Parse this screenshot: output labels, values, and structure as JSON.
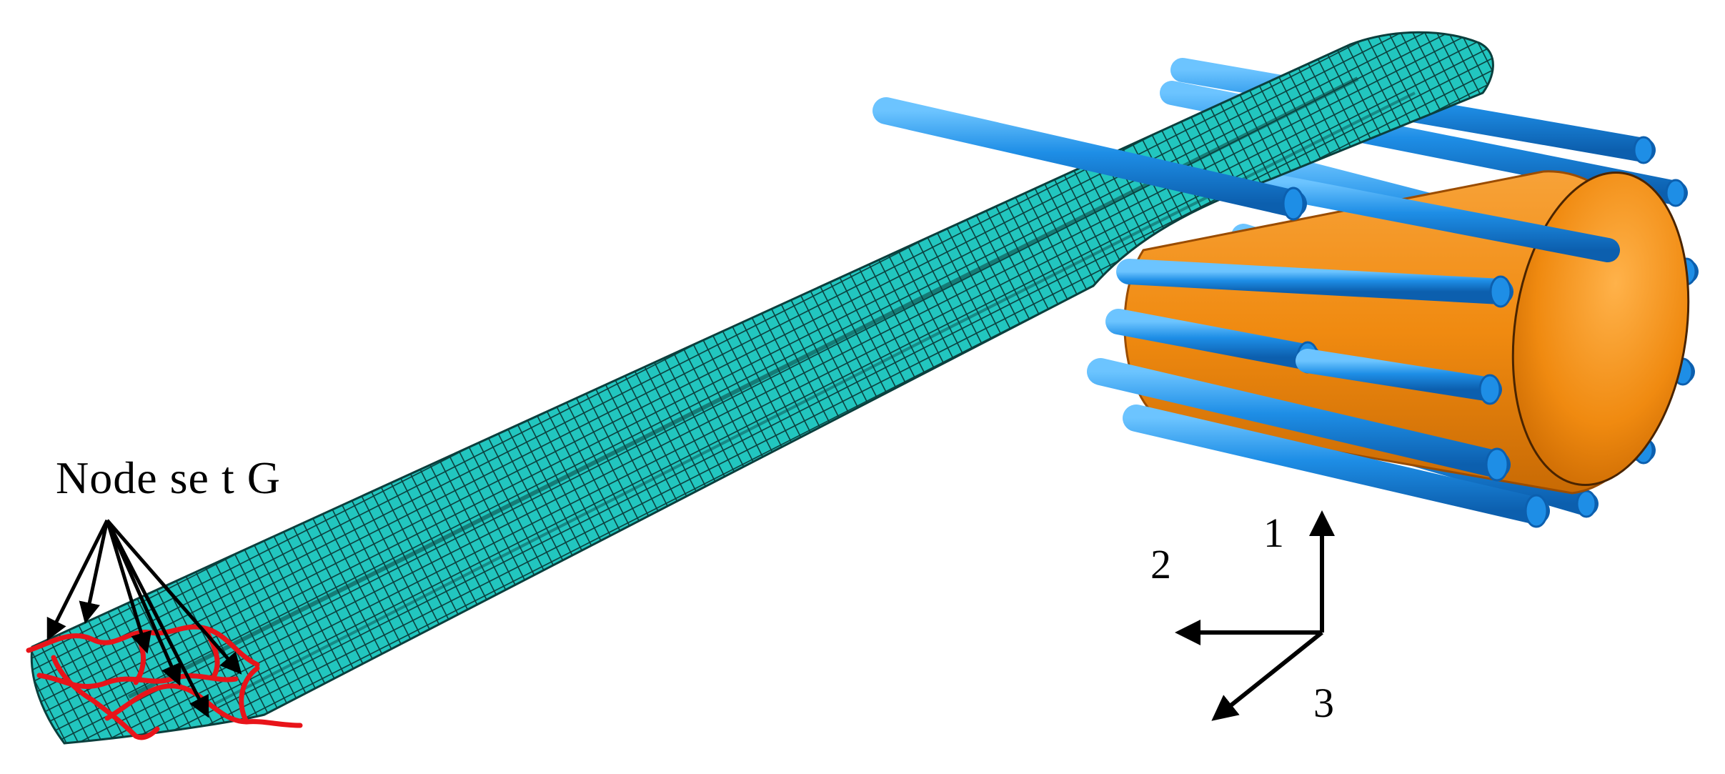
{
  "labels": {
    "node_set": "Node se t G",
    "axis_1": "1",
    "axis_2": "2",
    "axis_3": "3"
  },
  "colors": {
    "mesh_fill": "#20c8c0",
    "mesh_line": "#0b3f3d",
    "rod": "#1e8ee6",
    "rod_dark": "#0c5fae",
    "rod_light": "#6cc4ff",
    "drum": "#f08a10",
    "drum_dark": "#b85a00",
    "drum_light": "#ffb24a",
    "node_set_outline": "#e8141a",
    "arrow": "#000000"
  },
  "icons": [
    "mesh-band",
    "rod",
    "cylinder-drum",
    "coordinate-axes"
  ]
}
